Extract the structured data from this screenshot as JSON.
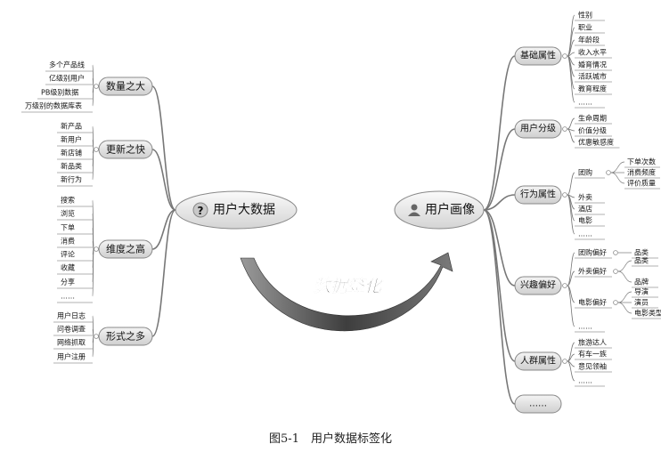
{
  "figure": {
    "caption": "图5-1　用户数据标签化",
    "arrow_label": "数据签化"
  },
  "left_center": {
    "label": "用户大数据",
    "icon": "question-icon"
  },
  "right_center": {
    "label": "用户画像",
    "icon": "person-icon"
  },
  "left_groups": [
    {
      "label": "数量之大",
      "items": [
        "多个产品线",
        "亿级别用户",
        "PB级别数据",
        "万级别的数据库表"
      ]
    },
    {
      "label": "更新之快",
      "items": [
        "新产品",
        "新用户",
        "新店铺",
        "新品类",
        "新行为"
      ]
    },
    {
      "label": "维度之高",
      "items": [
        "搜索",
        "浏览",
        "下单",
        "消费",
        "评论",
        "收藏",
        "分享",
        "……"
      ]
    },
    {
      "label": "形式之多",
      "items": [
        "用户日志",
        "问卷调查",
        "网络抓取",
        "用户注册"
      ]
    }
  ],
  "right_groups": [
    {
      "label": "基础属性",
      "items": [
        {
          "label": "性别"
        },
        {
          "label": "职业"
        },
        {
          "label": "年龄段"
        },
        {
          "label": "收入水平"
        },
        {
          "label": "婚育情况"
        },
        {
          "label": "活跃城市"
        },
        {
          "label": "教育程度"
        },
        {
          "label": "……"
        }
      ]
    },
    {
      "label": "用户分级",
      "items": [
        {
          "label": "生命周期"
        },
        {
          "label": "价值分级"
        },
        {
          "label": "优惠敏感度"
        }
      ]
    },
    {
      "label": "行为属性",
      "items": [
        {
          "label": "团购",
          "children": [
            "下单次数",
            "消费频度",
            "评价质量"
          ]
        },
        {
          "label": "外卖"
        },
        {
          "label": "酒店"
        },
        {
          "label": "电影"
        },
        {
          "label": "……"
        }
      ]
    },
    {
      "label": "兴趣偏好",
      "items": [
        {
          "label": "团购偏好",
          "children": [
            "品类"
          ]
        },
        {
          "label": "外卖偏好",
          "children": [
            "品类",
            "品牌"
          ]
        },
        {
          "label": "电影偏好",
          "children": [
            "导演",
            "演员",
            "电影类型"
          ]
        },
        {
          "label": "……"
        }
      ]
    },
    {
      "label": "人群属性",
      "items": [
        {
          "label": "旅游达人"
        },
        {
          "label": "有车一族"
        },
        {
          "label": "意见领袖"
        },
        {
          "label": "……"
        }
      ]
    },
    {
      "label": "……",
      "items": []
    }
  ]
}
